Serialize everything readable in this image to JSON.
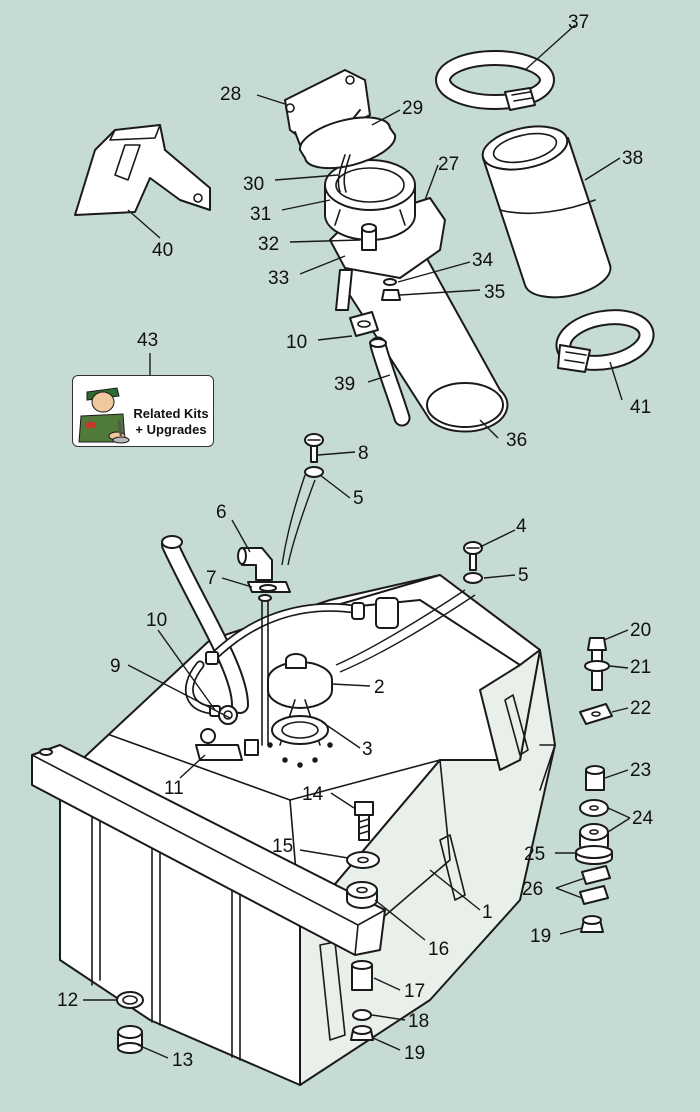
{
  "labels": {
    "l1": "1",
    "l2": "2",
    "l3": "3",
    "l4": "4",
    "l5a": "5",
    "l5b": "5",
    "l6": "6",
    "l7": "7",
    "l8": "8",
    "l9": "9",
    "l10a": "10",
    "l10b": "10",
    "l11": "11",
    "l12": "12",
    "l13": "13",
    "l14": "14",
    "l15": "15",
    "l16": "16",
    "l17": "17",
    "l18": "18",
    "l19a": "19",
    "l19b": "19",
    "l20": "20",
    "l21": "21",
    "l22": "22",
    "l23": "23",
    "l24": "24",
    "l25": "25",
    "l26": "26",
    "l27": "27",
    "l28": "28",
    "l29": "29",
    "l30": "30",
    "l31": "31",
    "l32": "32",
    "l33": "33",
    "l34": "34",
    "l35": "35",
    "l36": "36",
    "l37": "37",
    "l38": "38",
    "l39": "39",
    "l40": "40",
    "l41": "41",
    "l43": "43"
  },
  "badge": {
    "line1": "Related Kits",
    "line2": "+ Upgrades"
  },
  "colors": {
    "background": "#c6dbd4",
    "ink": "#1a1a1a",
    "part": "#ffffff"
  }
}
